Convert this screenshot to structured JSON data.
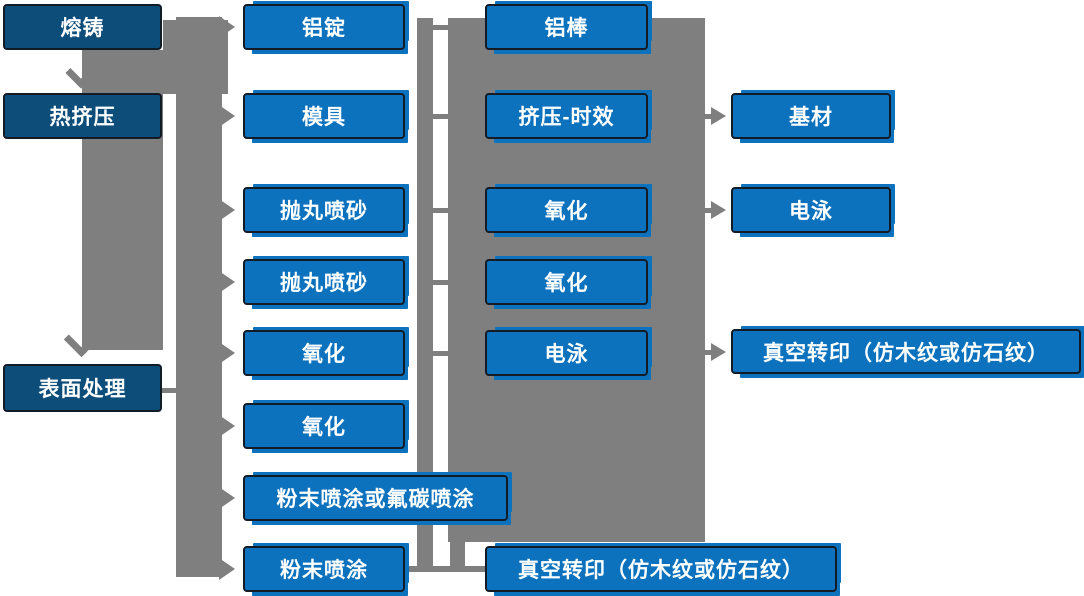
{
  "diagram": {
    "description": "Aluminium profile production process flowchart",
    "colors": {
      "node_dark": "#0d4d7a",
      "node_blue": "#0c72bd",
      "connector_gray": "#7f7f7f",
      "node_border": "#131c26",
      "text": "#ffffff",
      "background": "#ffffff"
    },
    "nodes": {
      "melting_casting": "熔铸",
      "hot_extrusion": "热挤压",
      "surface_treatment": "表面处理",
      "aluminum_ingot": "铝锭",
      "mold": "模具",
      "shot_blasting_1": "抛丸喷砂",
      "shot_blasting_2": "抛丸喷砂",
      "oxidation_c2a": "氧化",
      "oxidation_c2b": "氧化",
      "powder_or_fluorocarbon": "粉末喷涂或氟碳喷涂",
      "powder_coating": "粉末喷涂",
      "aluminum_rod": "铝棒",
      "extrusion_aging": "挤压-时效",
      "oxidation_c3a": "氧化",
      "oxidation_c3b": "氧化",
      "electrophoresis_c3": "电泳",
      "vacuum_transfer_c3": "真空转印（仿木纹或仿石纹）",
      "substrate": "基材",
      "electrophoresis_c4": "电泳",
      "vacuum_transfer_c4": "真空转印（仿木纹或仿石纹）"
    }
  }
}
